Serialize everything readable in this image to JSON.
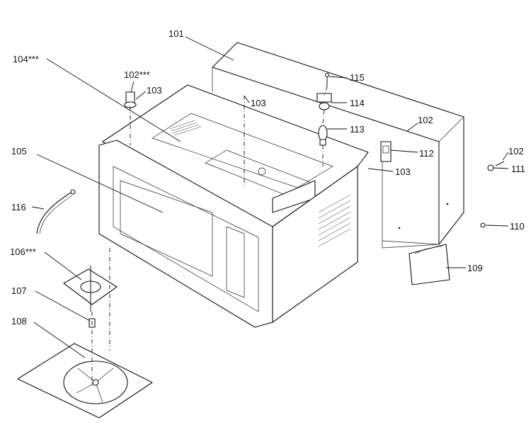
{
  "labels": {
    "p101": "101",
    "p102a": "102***",
    "p102b": "102",
    "p102c": "102",
    "p103a": "103",
    "p103b": "103",
    "p103c": "103",
    "p104": "104***",
    "p105": "105",
    "p106": "106***",
    "p107": "107",
    "p108": "108",
    "p109": "109",
    "p110": "110",
    "p111": "111",
    "p112": "112",
    "p113": "113",
    "p114": "114",
    "p115": "115",
    "p116": "116"
  },
  "colors": {
    "ink": "#111111",
    "paper": "#ffffff"
  }
}
